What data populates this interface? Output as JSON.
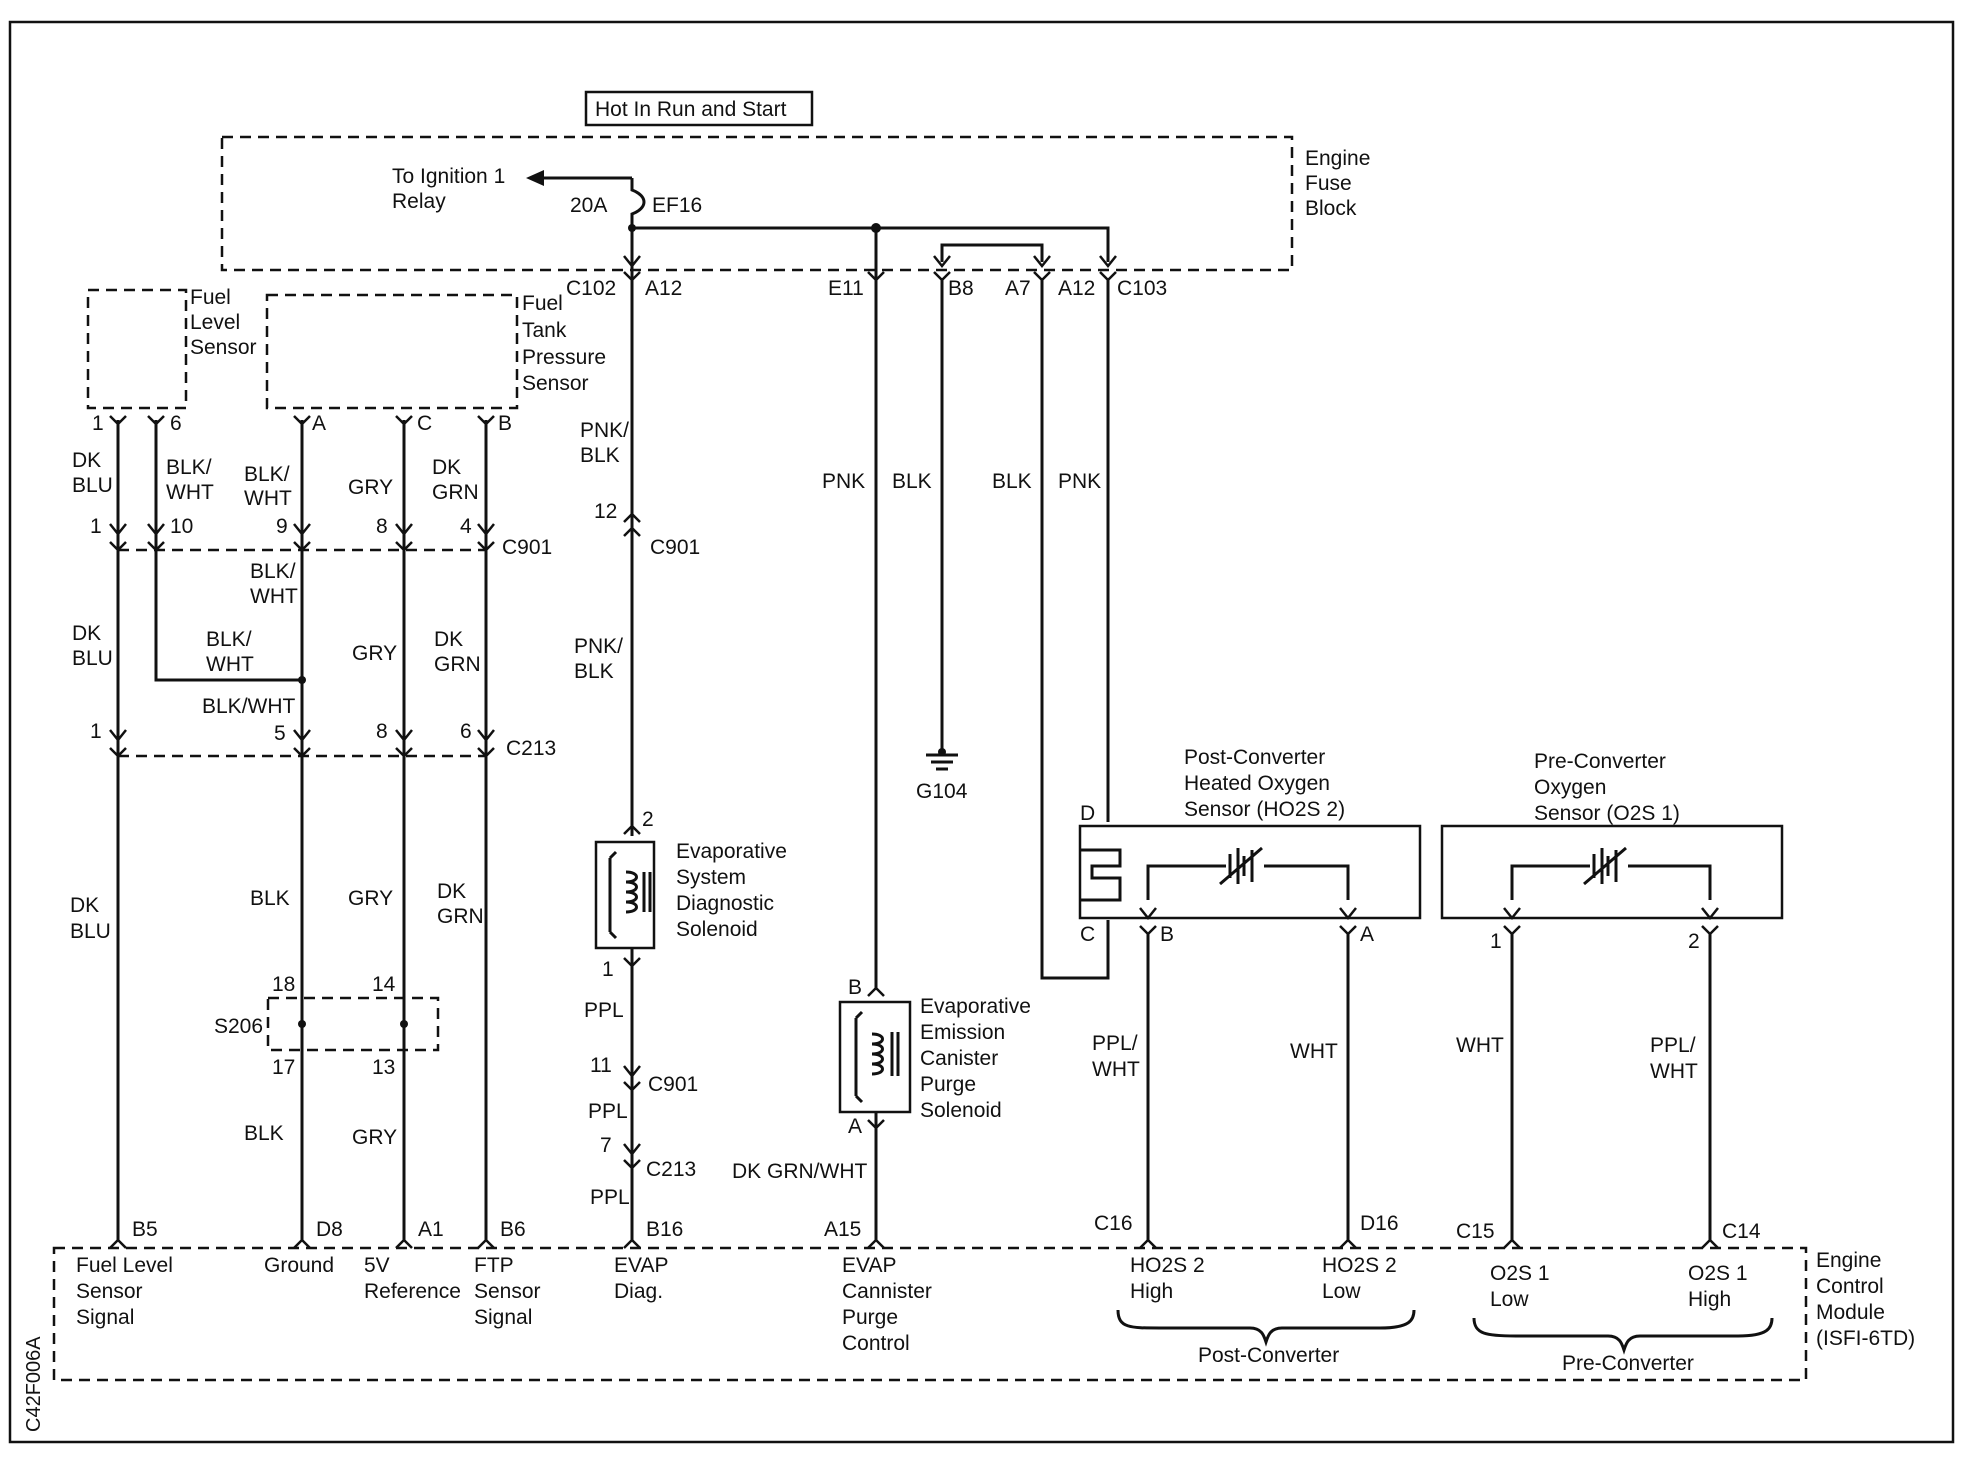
{
  "header": {
    "hot_label": "Hot In Run and Start"
  },
  "fuse_block": {
    "label": [
      "Engine",
      "Fuse",
      "Block"
    ],
    "fuse_rating": "20A",
    "fuse_name": "EF16",
    "relay_label": [
      "To Ignition 1",
      "Relay"
    ]
  },
  "ecm": {
    "label": [
      "Engine",
      "Control",
      "Module",
      "(ISFI-6TD)"
    ],
    "pins": [
      {
        "pin": "B5",
        "lines": [
          "Fuel Level",
          "Sensor",
          "Signal"
        ]
      },
      {
        "pin": "D8",
        "lines": [
          "Ground"
        ]
      },
      {
        "pin": "A1",
        "lines": [
          "5V",
          "Reference"
        ]
      },
      {
        "pin": "B6",
        "lines": [
          "FTP",
          "Sensor",
          "Signal"
        ]
      },
      {
        "pin": "B16",
        "lines": [
          "EVAP",
          "Diag."
        ]
      },
      {
        "pin": "A15",
        "lines": [
          "EVAP",
          "Cannister",
          "Purge",
          "Control"
        ]
      },
      {
        "pin": "C16",
        "lines": [
          "HO2S 2",
          "High"
        ]
      },
      {
        "pin": "D16",
        "lines": [
          "HO2S 2",
          "Low"
        ]
      },
      {
        "pin": "C15",
        "lines": [
          "O2S 1",
          "Low"
        ]
      },
      {
        "pin": "C14",
        "lines": [
          "O2S 1",
          "High"
        ]
      }
    ],
    "groups": [
      "Post-Converter",
      "Pre-Converter"
    ]
  },
  "components": {
    "fuel_level_sensor": [
      "Fuel",
      "Level",
      "Sensor"
    ],
    "fuel_tank_pressure_sensor": [
      "Fuel",
      "Tank",
      "Pressure",
      "Sensor"
    ],
    "evap_diag_solenoid": [
      "Evaporative",
      "System",
      "Diagnostic",
      "Solenoid"
    ],
    "evap_purge_solenoid": [
      "Evaporative",
      "Emission",
      "Canister",
      "Purge",
      "Solenoid"
    ],
    "post_converter_sensor": [
      "Post-Converter",
      "Heated Oxygen",
      "Sensor (HO2S 2)"
    ],
    "pre_converter_sensor": [
      "Pre-Converter",
      "Oxygen",
      "Sensor (O2S 1)"
    ],
    "ground": "G104",
    "splice": "S206"
  },
  "connectors": {
    "c102": "C102",
    "c103": "C103",
    "c901": "C901",
    "c213": "C213",
    "e11": "E11",
    "b8": "B8",
    "a7": "A7",
    "a12": "A12"
  },
  "pins": {
    "p1": "1",
    "p2": "2",
    "p4": "4",
    "p5": "5",
    "p6": "6",
    "p8": "8",
    "p9": "9",
    "p10": "10",
    "p11": "11",
    "p12": "12",
    "p7": "7",
    "p13": "13",
    "p14": "14",
    "p17": "17",
    "p18": "18",
    "pa": "A",
    "pb": "B",
    "pc": "C",
    "pd": "D"
  },
  "wires": {
    "dk_blu": [
      "DK",
      "BLU"
    ],
    "blk_wht": [
      "BLK/",
      "WHT"
    ],
    "blk_wht_single": "BLK/WHT",
    "gry": "GRY",
    "dk_grn": [
      "DK",
      "GRN"
    ],
    "pnk_blk": [
      "PNK/",
      "BLK"
    ],
    "pnk": "PNK",
    "blk": "BLK",
    "ppl": "PPL",
    "dk_grn_wht": "DK GRN/WHT",
    "ppl_wht": [
      "PPL/",
      "WHT"
    ],
    "wht": "WHT"
  },
  "side_code": "C42F006A"
}
